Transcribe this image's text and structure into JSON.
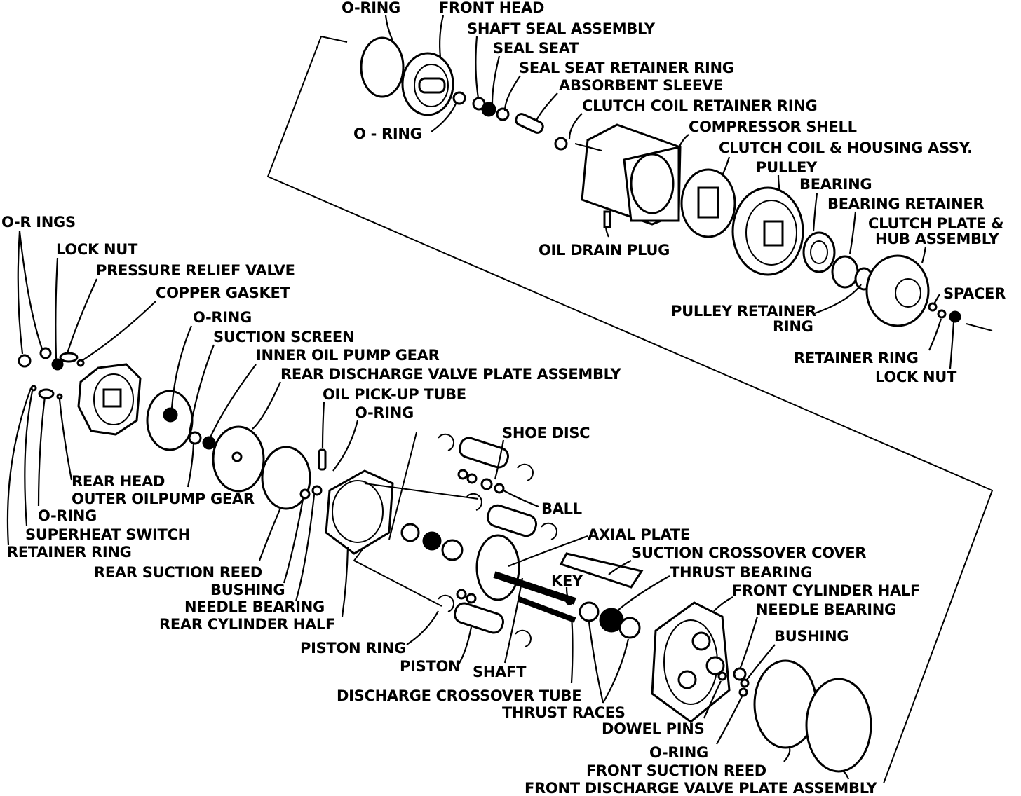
{
  "colors": {
    "ink": "#000000",
    "paper": "#ffffff"
  },
  "labels": {
    "o_ring_top": "O-RING",
    "front_head": "FRONT HEAD",
    "shaft_seal_assembly": "SHAFT SEAL ASSEMBLY",
    "seal_seat": "SEAL SEAT",
    "seal_seat_retainer_ring": "SEAL SEAT RETAINER RING",
    "absorbent_sleeve": "ABSORBENT SLEEVE",
    "clutch_coil_retainer_ring": "CLUTCH COIL RETAINER RING",
    "o_ring_front": "O - RING",
    "compressor_shell": "COMPRESSOR SHELL",
    "clutch_coil_housing_assy": "CLUTCH COIL & HOUSING ASSY.",
    "pulley": "PULLEY",
    "bearing": "BEARING",
    "bearing_retainer": "BEARING RETAINER",
    "clutch_plate_1": "CLUTCH PLATE &",
    "clutch_plate_2": "HUB ASSEMBLY",
    "oil_drain_plug": "OIL DRAIN PLUG",
    "spacer": "SPACER",
    "pulley_retainer_ring_1": "PULLEY RETAINER",
    "pulley_retainer_ring_2": "RING",
    "retainer_ring_right": "RETAINER RING",
    "lock_nut_right": "LOCK NUT",
    "o_rings": "O-R INGS",
    "lock_nut_left": "LOCK NUT",
    "pressure_relief_valve": "PRESSURE RELIEF VALVE",
    "copper_gasket": "COPPER GASKET",
    "o_ring_rear": "O-RING",
    "suction_screen": "SUCTION SCREEN",
    "inner_oil_pump_gear": "INNER OIL PUMP GEAR",
    "rear_discharge_valve_plate": "REAR DISCHARGE VALVE PLATE ASSEMBLY",
    "oil_pickup_tube": "OIL PICK-UP TUBE",
    "o_ring_pickup": "O-RING",
    "shoe_disc": "SHOE DISC",
    "ball": "BALL",
    "rear_head": "REAR HEAD",
    "outer_oil_pump_gear": "OUTER OILPUMP GEAR",
    "o_ring_left": "O-RING",
    "superheat_switch": "SUPERHEAT SWITCH",
    "retainer_ring_left": "RETAINER RING",
    "rear_suction_reed": "REAR SUCTION REED",
    "bushing_rear": "BUSHING",
    "needle_bearing_rear": "NEEDLE BEARING",
    "rear_cylinder_half": "REAR CYLINDER HALF",
    "axial_plate": "AXIAL PLATE",
    "suction_crossover_cover": "SUCTION CROSSOVER COVER",
    "thrust_bearing": "THRUST BEARING",
    "key": "KEY",
    "front_cylinder_half": "FRONT CYLINDER HALF",
    "needle_bearing_front": "NEEDLE BEARING",
    "bushing_front": "BUSHING",
    "piston_ring": "PISTON RING",
    "piston": "PISTON",
    "shaft": "SHAFT",
    "discharge_crossover_tube": "DISCHARGE CROSSOVER TUBE",
    "thrust_races": "THRUST RACES",
    "dowel_pins": "DOWEL PINS",
    "o_ring_bottom": "O-RING",
    "front_suction_reed": "FRONT SUCTION REED",
    "front_discharge_valve_plate": "FRONT DISCHARGE VALVE PLATE ASSEMBLY"
  }
}
